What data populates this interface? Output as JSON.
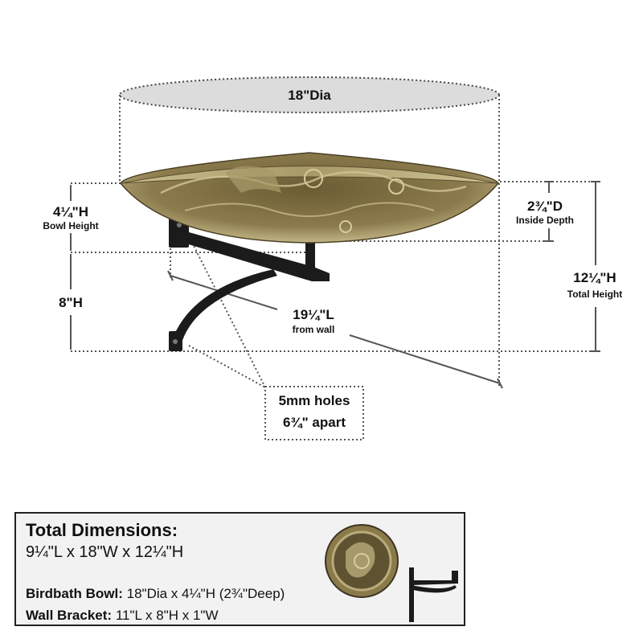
{
  "colors": {
    "line": "#555555",
    "bronze": "#8a7a4a",
    "bronze_dark": "#3d3320",
    "bronze_light": "#b8ab7c",
    "bracket": "#1b1b1b",
    "ellipse_fill": "#dcdcdc",
    "panel_fill": "#f2f2f2"
  },
  "labels": {
    "diameter": "18\"Dia",
    "bowl_height_value": "4¼\"H",
    "bowl_height_caption": "Bowl Height",
    "inside_depth_value": "2¾\"D",
    "inside_depth_caption": "Inside Depth",
    "bracket_height_value": "8\"H",
    "total_height_value": "12¼\"H",
    "total_height_caption": "Total Height",
    "length_value": "19¼\"L",
    "length_caption": "from wall",
    "holes_line1": "5mm holes",
    "holes_line2": "6¾\" apart"
  },
  "summary": {
    "title": "Total Dimensions:",
    "dims": "9¼\"L x 18\"W x 12¼\"H",
    "bowl_label": "Birdbath Bowl:",
    "bowl_value": "18\"Dia x 4¼\"H (2¾\"Deep)",
    "bracket_label": "Wall Bracket:",
    "bracket_value": "11\"L x 8\"H x 1\"W"
  }
}
